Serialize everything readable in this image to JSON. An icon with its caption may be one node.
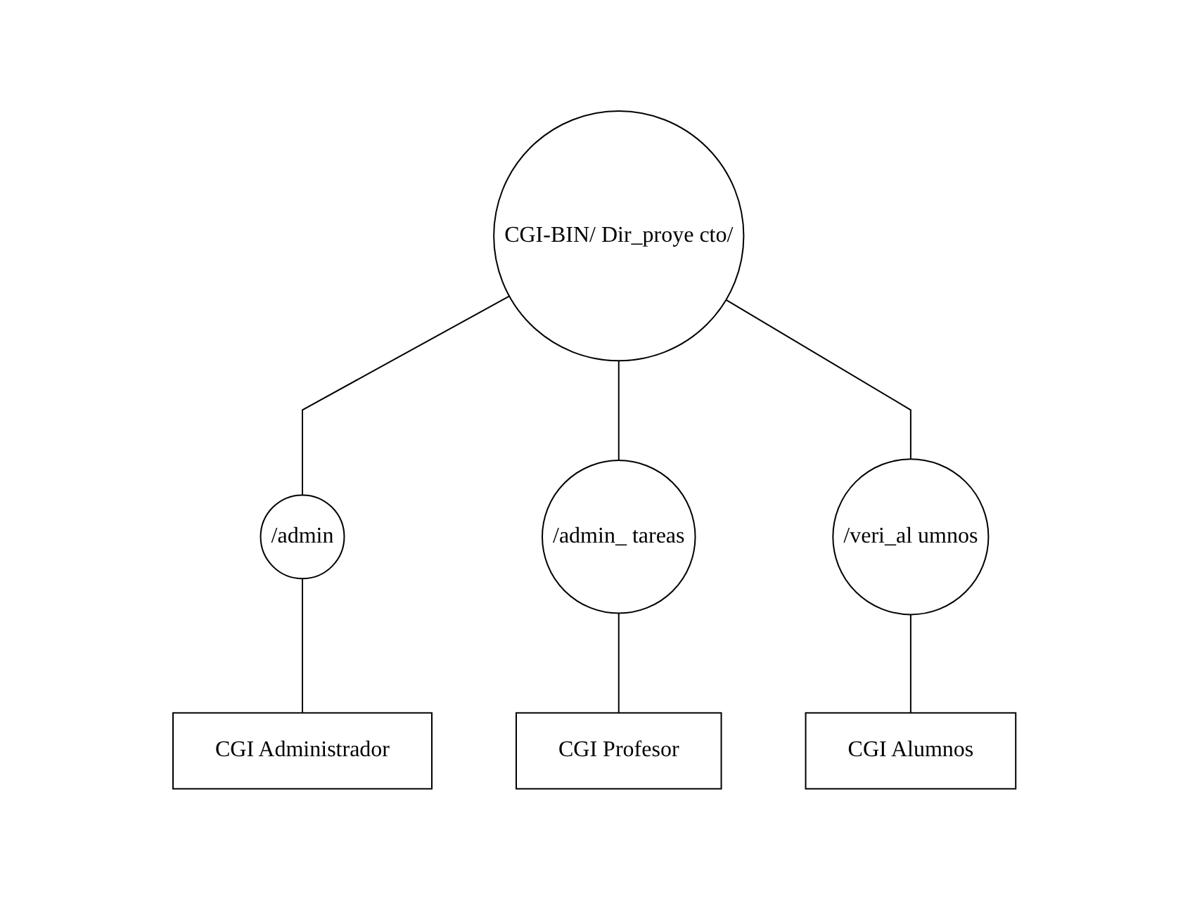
{
  "diagram": {
    "nodes": [
      {
        "text": [
          "CGI-BIN/ Dir_proye cto/"
        ]
      },
      {
        "text": [
          "/admin"
        ]
      },
      {
        "text": [
          "/admin_ tareas"
        ]
      },
      {
        "text": [
          "/veri_al umnos"
        ]
      },
      {
        "text": [
          "CGI Administrador"
        ]
      },
      {
        "text": [
          "CGI Profesor"
        ]
      },
      {
        "text": [
          "CGI Alumnos"
        ]
      }
    ],
    "edges": [
      {
        "from": 0,
        "to": 1,
        "arrow": "none"
      },
      {
        "from": 0,
        "to": 2,
        "arrow": "none"
      },
      {
        "from": 0,
        "to": 3,
        "arrow": "none"
      },
      {
        "from": 1,
        "to": 4,
        "arrow": "none"
      },
      {
        "from": 2,
        "to": 5,
        "arrow": "none"
      },
      {
        "from": 3,
        "to": 6,
        "arrow": "none"
      }
    ]
  }
}
